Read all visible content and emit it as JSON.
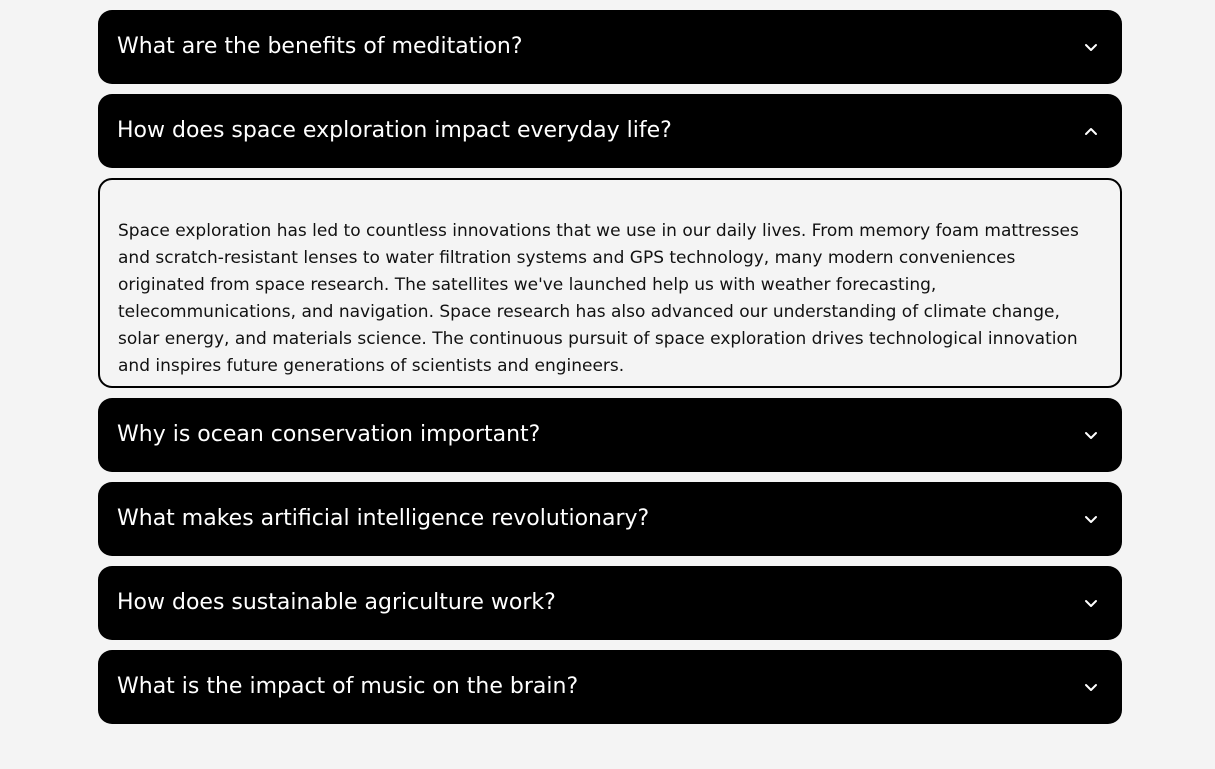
{
  "faq": {
    "items": [
      {
        "question": "What are the benefits of meditation?",
        "state": "collapsed",
        "icon": "chevron-down-icon"
      },
      {
        "question": "How does space exploration impact everyday life?",
        "state": "expanded",
        "icon": "chevron-up-icon",
        "answer": "Space exploration has led to countless innovations that we use in our daily lives. From memory foam mattresses and scratch-resistant lenses to water filtration systems and GPS technology, many modern conveniences originated from space research. The satellites we've launched help us with weather forecasting, telecommunications, and navigation. Space research has also advanced our understanding of climate change, solar energy, and materials science. The continuous pursuit of space exploration drives technological innovation and inspires future generations of scientists and engineers."
      },
      {
        "question": "Why is ocean conservation important?",
        "state": "collapsed",
        "icon": "chevron-down-icon"
      },
      {
        "question": "What makes artificial intelligence revolutionary?",
        "state": "collapsed",
        "icon": "chevron-down-icon"
      },
      {
        "question": "How does sustainable agriculture work?",
        "state": "collapsed",
        "icon": "chevron-down-icon"
      },
      {
        "question": "What is the impact of music on the brain?",
        "state": "collapsed",
        "icon": "chevron-down-icon"
      }
    ]
  },
  "colors": {
    "background": "#f4f4f4",
    "question_bg": "#000000",
    "question_text": "#ffffff",
    "answer_border": "#000000",
    "answer_text": "#111111"
  }
}
